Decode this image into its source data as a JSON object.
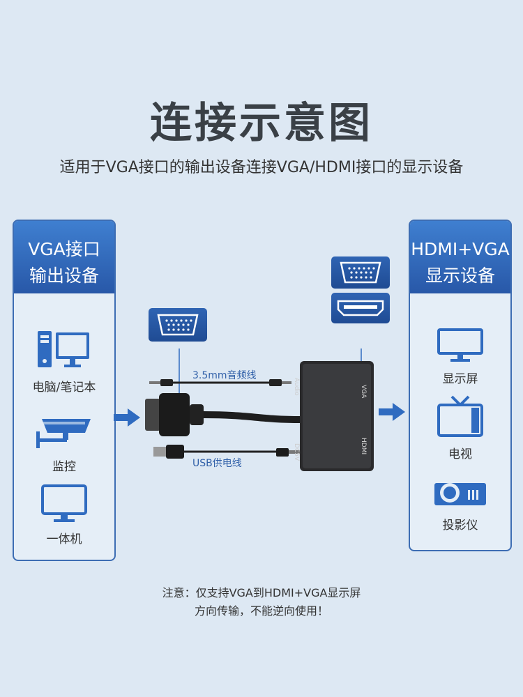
{
  "title": "连接示意图",
  "subtitle": "适用于VGA接口的输出设备连接VGA/HDMI接口的显示设备",
  "left_panel": {
    "heading_line1": "VGA接口",
    "heading_line2": "输出设备",
    "devices": [
      {
        "label": "电脑/笔记本",
        "icon": "computer-icon"
      },
      {
        "label": "监控",
        "icon": "cctv-camera-icon"
      },
      {
        "label": "一体机",
        "icon": "all-in-one-monitor-icon"
      }
    ]
  },
  "right_panel": {
    "heading_line1": "HDMI+VGA",
    "heading_line2": "显示设备",
    "devices": [
      {
        "label": "显示屏",
        "icon": "monitor-icon"
      },
      {
        "label": "电视",
        "icon": "tv-icon"
      },
      {
        "label": "投影仪",
        "icon": "projector-icon"
      }
    ]
  },
  "adapter": {
    "audio_cable_label": "3.5mm音频线",
    "usb_cable_label": "USB供电线",
    "port_labels": {
      "audio": "Audio",
      "dc5v": "DC5V",
      "vga": "VGA",
      "hdmi": "HDMI"
    }
  },
  "note": {
    "line1": "注意：仅支持VGA到HDMI+VGA显示屏",
    "line2": "方向传输，不能逆向使用！"
  },
  "colors": {
    "accent_blue": "#2f6bc0",
    "panel_border": "#3d6db3",
    "background": "#dde8f3"
  }
}
